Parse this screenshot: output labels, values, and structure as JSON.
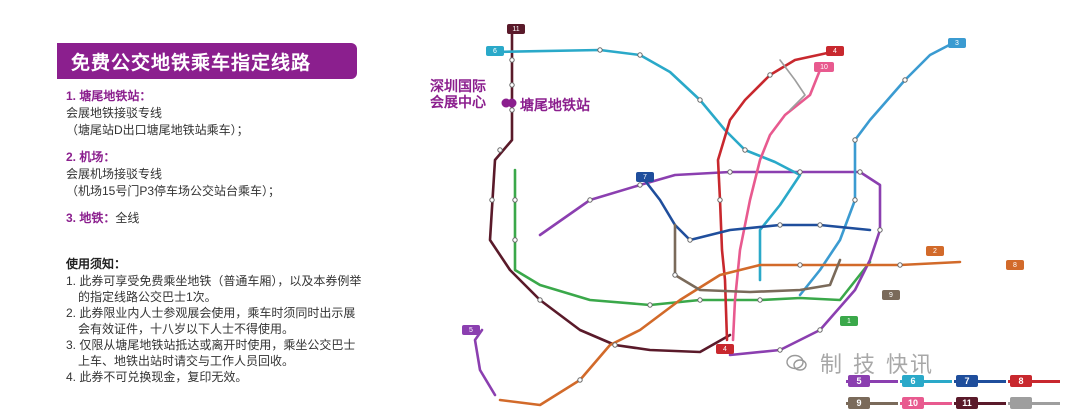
{
  "title": "免费公交地铁乘车指定线路",
  "routes": [
    {
      "num": "1.",
      "head": "塘尾地铁站：",
      "lines": [
        "会展地铁接驳专线",
        "（塘尾站D出口塘尾地铁站乘车）；"
      ]
    },
    {
      "num": "2.",
      "head": "机场：",
      "lines": [
        "会展机场接驳专线",
        "（机场15号门P3停车场公交站台乘车）；"
      ]
    },
    {
      "num": "3.",
      "head": "地铁：",
      "lines": [
        "全线"
      ]
    }
  ],
  "notes": {
    "title": "使用须知：",
    "items": [
      "1. 此券可享受免费乘坐地铁（普通车厢），以及本券例举的指定线路公交巴士1次。",
      "2. 此券限业内人士参观展会使用，乘车时须同时出示展会有效证件，十八岁以下人士不得使用。",
      "3. 仅限从塘尾地铁站抵达或离开时使用，乘坐公交巴士上车、地铁出站时请交与工作人员回收。",
      "4. 此券不可兑换现金，复印无效。"
    ]
  },
  "map": {
    "callout_center": "深圳国际会展中心",
    "callout_station": "塘尾地铁站"
  },
  "watermark": "制 技 快讯",
  "legend": [
    {
      "label": "5",
      "color": "#8b3fb0"
    },
    {
      "label": "6",
      "color": "#2aa9c9"
    },
    {
      "label": "7",
      "color": "#1f4e9c"
    },
    {
      "label": "8",
      "color": "#c8282e"
    },
    {
      "label": "9",
      "color": "#7a6a5a"
    },
    {
      "label": "10",
      "color": "#e85a8f"
    },
    {
      "label": "11",
      "color": "#5a1a2a"
    },
    {
      "label": "",
      "color": "#9e9e9e"
    }
  ],
  "line_tags": [
    {
      "label": "11",
      "color": "#5a1a2a"
    },
    {
      "label": "6",
      "color": "#2aa9c9"
    },
    {
      "label": "4",
      "color": "#c8282e"
    },
    {
      "label": "3",
      "color": "#3b9bd1"
    },
    {
      "label": "10",
      "color": "#e85a8f"
    },
    {
      "label": "7",
      "color": "#1f4e9c"
    },
    {
      "label": "2",
      "color": "#d26a2a"
    },
    {
      "label": "8",
      "color": "#d26a2a"
    },
    {
      "label": "9",
      "color": "#7a6a5a"
    },
    {
      "label": "5",
      "color": "#8b3fb0"
    },
    {
      "label": "1",
      "color": "#3aa84a"
    },
    {
      "label": "4",
      "color": "#c8282e"
    }
  ]
}
